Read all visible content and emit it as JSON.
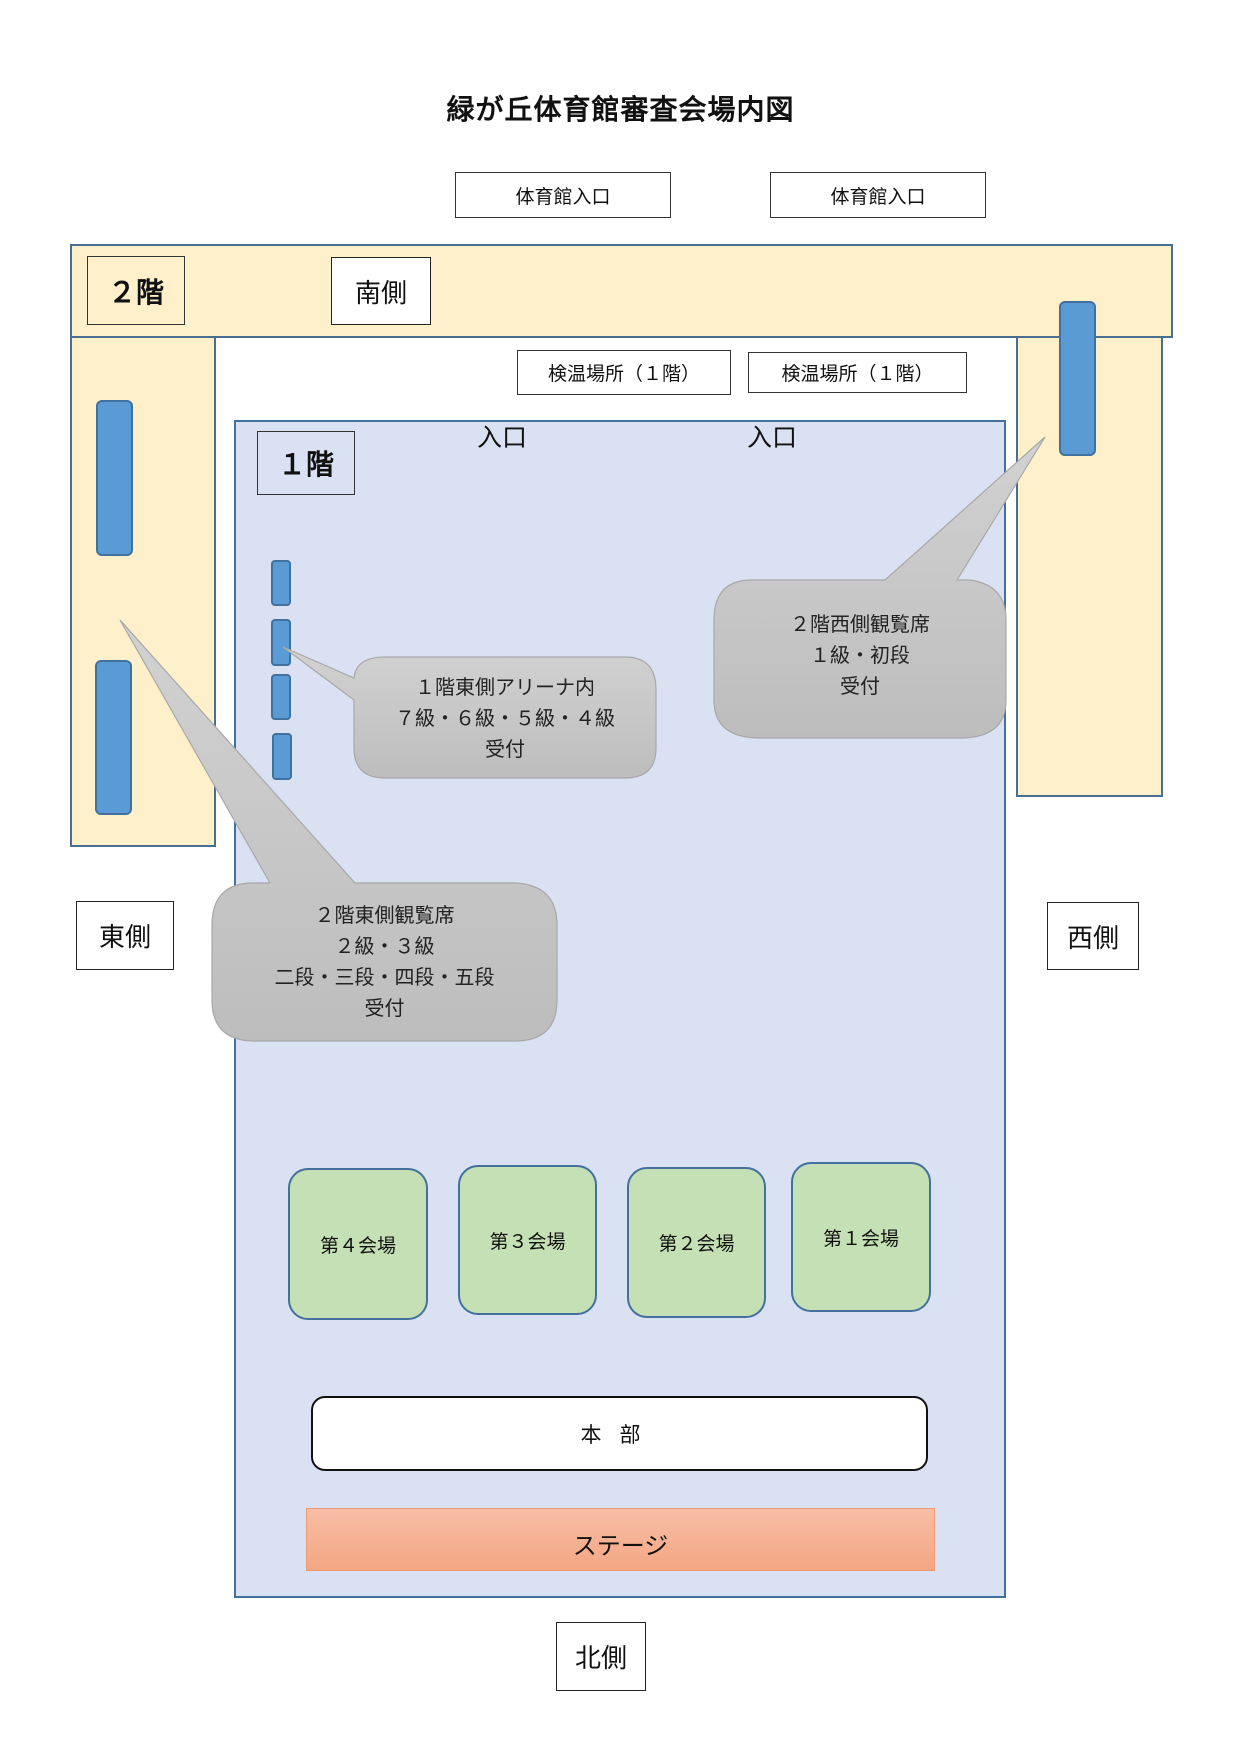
{
  "title": "緑が丘体育館審査会場内図",
  "building_entrances": [
    "体育館入口",
    "体育館入口"
  ],
  "floor2_label": "２階",
  "floor1_label": "１階",
  "directions": {
    "south": "南側",
    "east": "東側",
    "west": "西側",
    "north": "北側"
  },
  "temperature_check": [
    "検温場所（１階）",
    "検温場所（１階）"
  ],
  "arena_entrances": [
    "入口",
    "入口"
  ],
  "callouts": {
    "west_2f": [
      "２階西側観覧席",
      "１級・初段",
      "受付"
    ],
    "east_1f": [
      "１階東側アリーナ内",
      "７級・６級・５級・４級",
      "受付"
    ],
    "east_2f": [
      "２階東側観覧席",
      "２級・３級",
      "二段・三段・四段・五段",
      "受付"
    ]
  },
  "courts": [
    "第４会場",
    "第３会場",
    "第２会場",
    "第１会場"
  ],
  "headquarters": "本部",
  "stage": "ステージ",
  "colors": {
    "stand": "#fff0cc",
    "arena": "#d9e1f2",
    "seat_bar": "#5b9bd5",
    "court": "#c5e0b4",
    "stage": "#f4a683",
    "callout": "#c8c8c8",
    "border": "#41719c"
  }
}
